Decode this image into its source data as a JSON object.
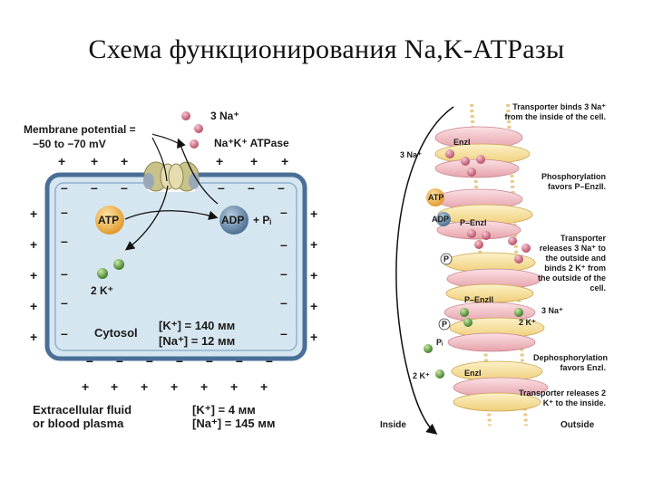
{
  "title": "Схема функционирования Na,K-АТРазы",
  "left_panel": {
    "membrane_potential_line1": "Membrane potential =",
    "membrane_potential_line2": "−50 to −70 mV",
    "na_label": "3 Na⁺",
    "atpase_label": "Na⁺K⁺ ATPase",
    "atp_label": "ATP",
    "adp_label": "ADP",
    "pi_label": "+ Pᵢ",
    "k_label": "2 K⁺",
    "cytosol_label": "Cytosol",
    "cytosol_k": "[K⁺] = 140 мм",
    "cytosol_na": "[Na⁺] = 12 мм",
    "extracellular_line1": "Extracellular fluid",
    "extracellular_line2": "or blood plasma",
    "extracellular_k": "[K⁺] = 4 мм",
    "extracellular_na": "[Na⁺] = 145 мм",
    "plus": "+",
    "minus": "–"
  },
  "right_panel": {
    "step1": "Transporter binds 3 Na⁺ from the inside of the cell.",
    "step2": "Phosphorylation favors P–EnzII.",
    "step3": "Transporter releases 3 Na⁺ to the outside and binds 2 K⁺ from the outside of the cell.",
    "step4": "Dephosphorylation favors EnzI.",
    "step5": "Transporter releases 2 K⁺ to the inside.",
    "na_in": "3 Na⁺",
    "enz1_top": "EnzI",
    "atp": "ATP",
    "adp": "ADP",
    "p_enz1": "P–EnzI",
    "p_circle": "P",
    "na_out": "3 Na⁺",
    "p_enz2": "P–EnzII",
    "k_out": "2 K⁺",
    "p_circle2": "P",
    "pi": "Pᵢ",
    "k_in": "2 K⁺",
    "enz1_bottom": "EnzI",
    "inside": "Inside",
    "outside": "Outside"
  },
  "colors": {
    "membrane": "#4a6f96",
    "cell_fill": "#d6e6f1",
    "atp": "#f0b445",
    "adp": "#6e8fb0",
    "na_ion": "#d9758a",
    "k_ion": "#6fa84a",
    "pump": "#c9c28a",
    "enzyme_pink": "#f1c3c8",
    "enzyme_yellow": "#f7e2a2",
    "arrow": "#111111"
  },
  "icons": [
    "na-ion-icon",
    "k-ion-icon",
    "atp-molecule-icon",
    "adp-molecule-icon",
    "na-k-pump-icon",
    "cycle-arrow-icon"
  ]
}
